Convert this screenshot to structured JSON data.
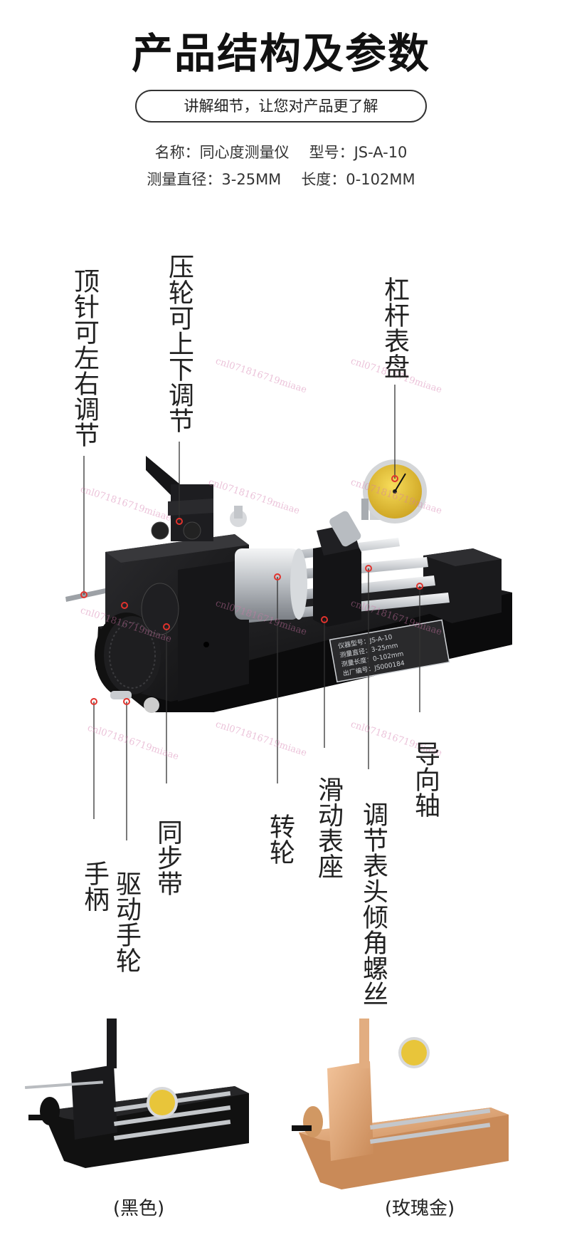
{
  "header": {
    "title": "产品结构及参数",
    "subtitle": "讲解细节，让您对产品更了解"
  },
  "specs": {
    "name_label": "名称：同心度测量仪",
    "model_label": "型号：JS-A-10",
    "diameter_label": "测量直径：3-25MM",
    "length_label": "长度：0-102MM"
  },
  "callouts": {
    "tailstock": "顶针可左右调节",
    "press_wheel": "压轮可上下调节",
    "dial": "杠杆表盘",
    "guide_shaft": "导向轴",
    "tilt_screw": "调节表头倾角螺丝",
    "slide_seat": "滑动表座",
    "runner": "转轮",
    "belt": "同步带",
    "drive_wheel": "驱动手轮",
    "handle": "手柄"
  },
  "plate_text": [
    "仪器型号：JS-A-10",
    "测量直径：3-25mm",
    "测量长度：0-102mm",
    "出厂编号：JS000184"
  ],
  "variants": [
    {
      "label": "(黑色)",
      "color": "#1c1c1c"
    },
    {
      "label": "(玫瑰金)",
      "color": "#e0a878"
    }
  ],
  "watermark": "cnl071816719miaae",
  "colors": {
    "body": "#1b1b1d",
    "steel": "#c9ccd0",
    "dial_face": "#e9c43a",
    "marker": "#e0332d",
    "rose_gold": "#dfa676"
  }
}
